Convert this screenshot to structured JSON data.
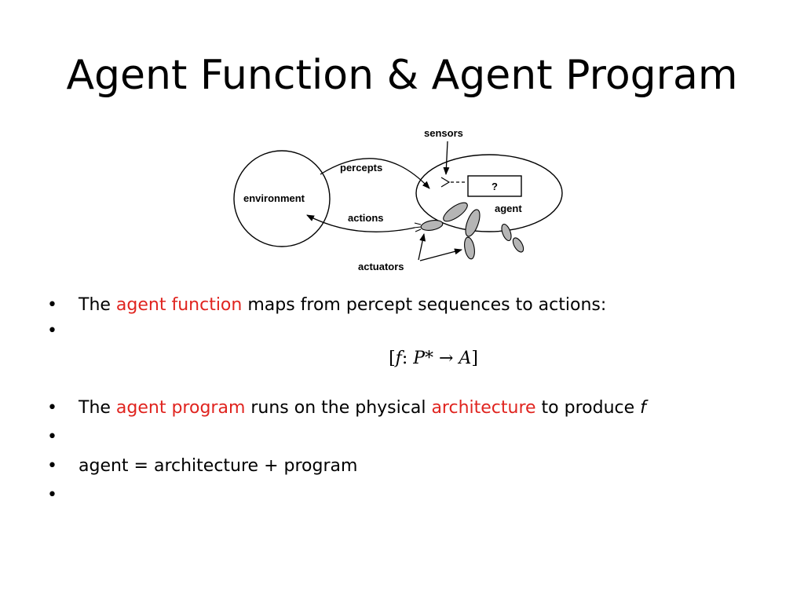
{
  "slide": {
    "title": "Agent Function & Agent Program"
  },
  "diagram": {
    "labels": {
      "sensors": "sensors",
      "percepts": "percepts",
      "environment": "environment",
      "actions": "actions",
      "agent": "agent",
      "question": "?",
      "actuators": "actuators"
    }
  },
  "bullets": {
    "b1": {
      "pre": "The ",
      "highlight": "agent function",
      "post": " maps from percept sequences to actions:"
    },
    "formula": {
      "open": "[",
      "f": "f",
      "colon": ": ",
      "p": "P",
      "star": "*",
      "arrow": " → ",
      "a": "A",
      "close": "]"
    },
    "b3": {
      "pre": "The ",
      "highlight1": "agent program",
      "mid": " runs on the physical ",
      "highlight2": "architecture",
      "post": " to produce ",
      "f": "f"
    },
    "b5": {
      "text": "agent = architecture + program"
    },
    "bullet_char": "•"
  },
  "colors": {
    "highlight": "#e0241f",
    "text": "#000000",
    "diagram_fill_gray": "#b5b5b5"
  }
}
